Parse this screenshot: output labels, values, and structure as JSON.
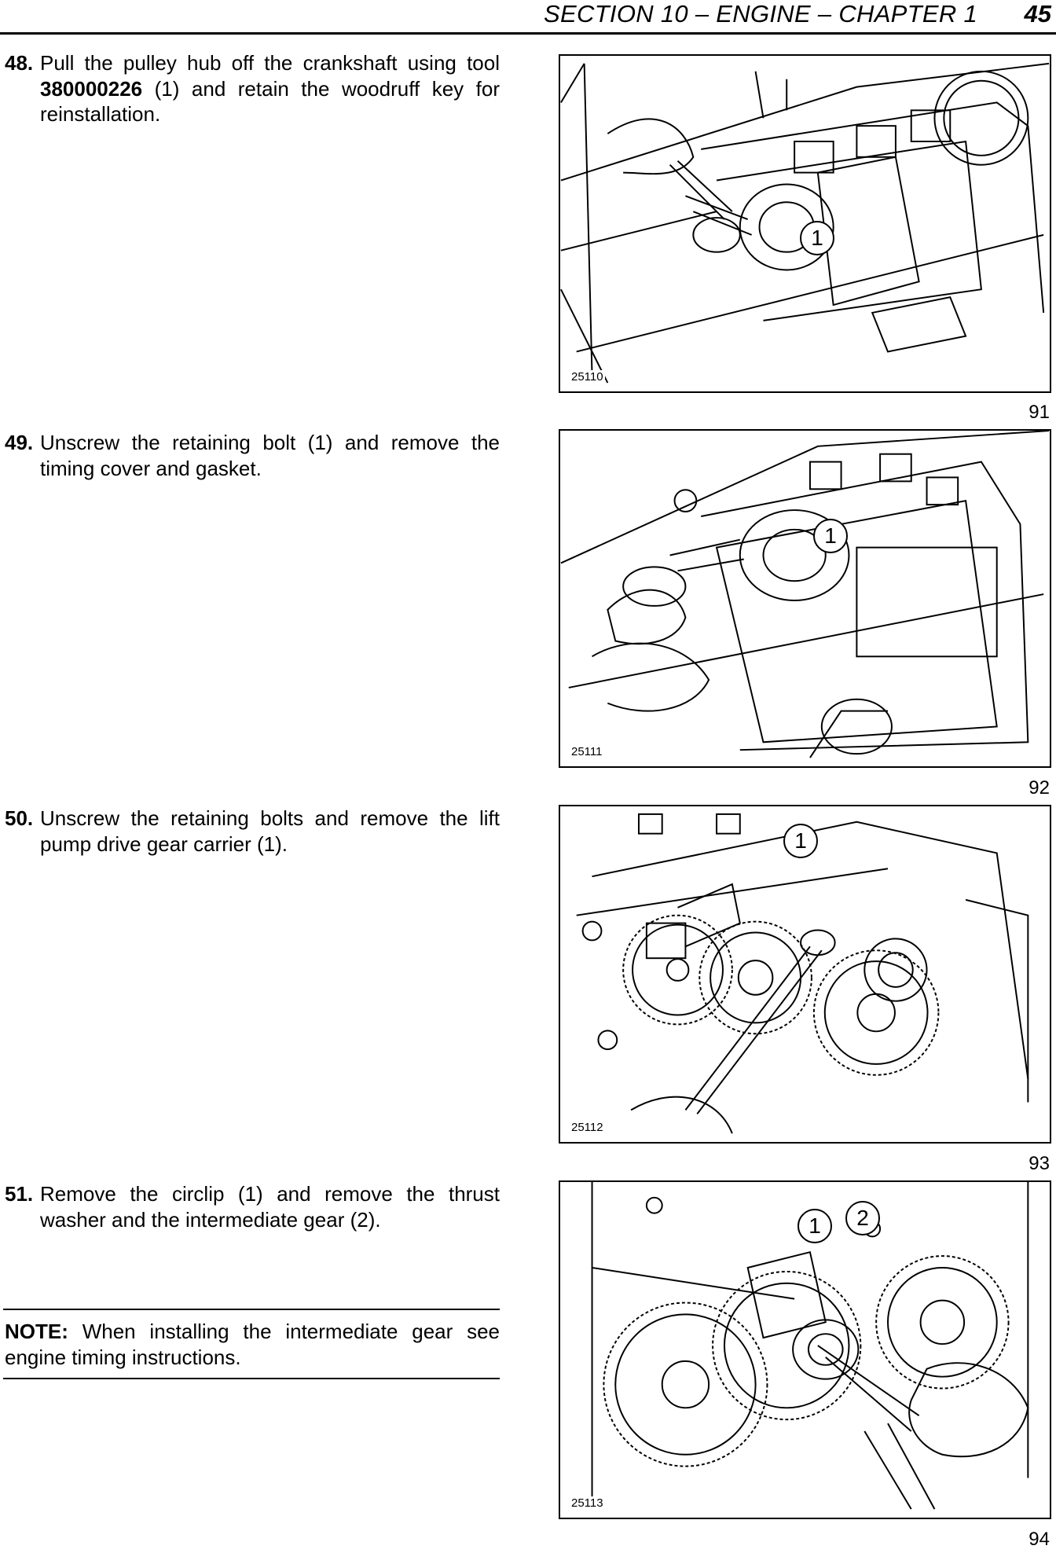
{
  "header": {
    "section": "SECTION 10 – ENGINE – CHAPTER 1",
    "page": "45"
  },
  "steps": [
    {
      "num": "48.",
      "pre": "Pull the pulley hub off the crankshaft using tool ",
      "bold": "380000226",
      "post": " (1) and retain the woodruff key for reinstallation."
    },
    {
      "num": "49.",
      "text": "Unscrew the retaining bolt (1) and remove the timing cover and gasket."
    },
    {
      "num": "50.",
      "text": "Unscrew the retaining bolts and remove the lift pump drive gear carrier (1)."
    },
    {
      "num": "51.",
      "text": "Remove the circlip (1) and remove the thrust washer and the intermediate gear (2)."
    }
  ],
  "note": {
    "label": "NOTE:",
    "text": " When installing the intermediate gear see engine timing instructions."
  },
  "figures": [
    {
      "code": "25110",
      "number": "91",
      "callouts": [
        "1"
      ]
    },
    {
      "code": "25111",
      "number": "92",
      "callouts": [
        "1"
      ]
    },
    {
      "code": "25112",
      "number": "93",
      "callouts": [
        "1"
      ]
    },
    {
      "code": "25113",
      "number": "94",
      "callouts": [
        "1",
        "2"
      ]
    }
  ]
}
